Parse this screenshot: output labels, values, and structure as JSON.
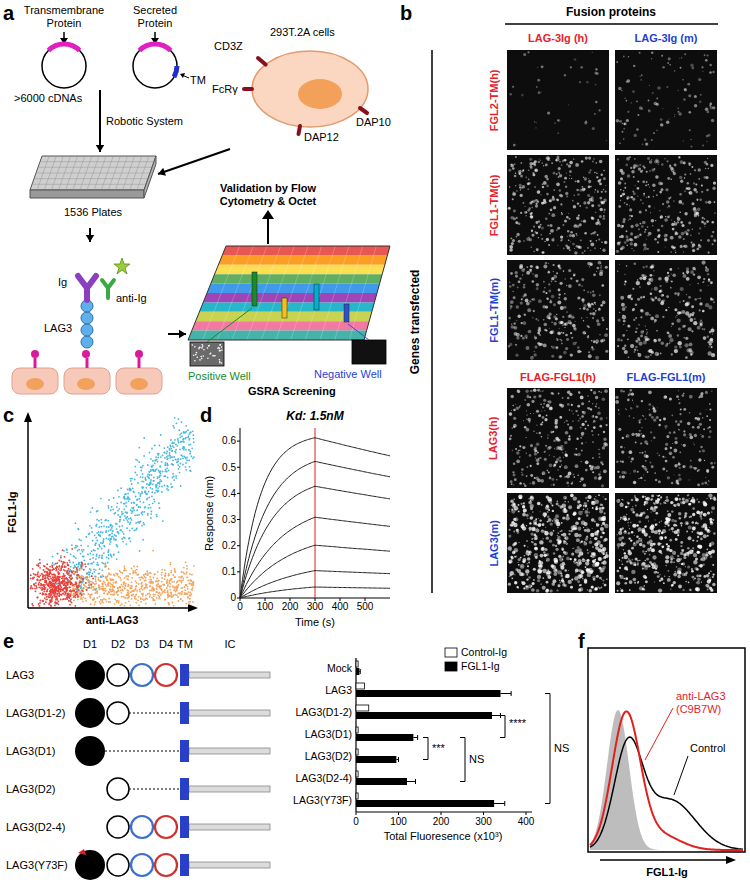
{
  "diagram": {
    "nodes": [
      {
        "text": [
          "Transmembrane Protein"
        ]
      },
      {
        "text": [
          "Secreted Protein",
          "TM"
        ]
      },
      {
        "text": [
          "293T.2A cells",
          "CD3Z",
          "FcRγ",
          "DAP10",
          "DAP12"
        ]
      },
      {
        "text": [
          "1536 Plates"
        ]
      },
      {
        "text": [
          "Ig",
          "anti-Ig",
          "LAG3"
        ]
      },
      {
        "text": [
          "Positive Well",
          "Negative Well",
          "GSRA Screening"
        ]
      }
    ],
    "edges": [
      {
        "from": 0,
        "to": 3,
        "label": "Robotic System",
        "arrow": "to"
      },
      {
        "from": 2,
        "to": 3,
        "arrow": "to"
      },
      {
        "from": 3,
        "to": 4,
        "arrow": "to"
      },
      {
        "from": 4,
        "to": 5,
        "arrow": "to"
      }
    ],
    "labels": [
      "a",
      ">6000 cDNAs",
      "Validation by Flow Cytometry & Octet",
      "b",
      "Fusion proteins",
      "LAG-3Ig (h)",
      "LAG-3Ig (m)",
      "Genes transfected",
      "FGL2-TM(h)",
      "FGL1-TM(h)",
      "FGL1-TM(m)",
      "FLAG-FGL1(h)",
      "FLAG-FGL1(m)",
      "LAG3(h)",
      "LAG3(m)",
      "c",
      "FGL1-Ig",
      "anti-LAG3",
      "d",
      "Kd: 1.5nM",
      "Response (nm)",
      "0.6",
      "0.5",
      "0.4",
      "0.3",
      "0.2",
      "0.1",
      "0",
      "0",
      "100",
      "200",
      "300",
      "400",
      "500",
      "Time (s)",
      "e",
      "D1",
      "D2",
      "D3",
      "D4",
      "TM",
      "IC",
      "LAG3",
      "LAG3(D1-2)",
      "LAG3(D1)",
      "LAG3(D2)",
      "LAG3(D2-4)",
      "LAG3(Y73F)",
      "Mock",
      "LAG3",
      "LAG3(D1-2)",
      "LAG3(D1)",
      "LAG3(D2)",
      "LAG3(D2-4)",
      "LAG3(Y73F)",
      "0",
      "100",
      "200",
      "300",
      "400",
      "Total Fluoresence (x10³)",
      "****",
      "***",
      "NS",
      "NS",
      "f",
      "FGL1-Ig",
      "Control",
      "anti-LAG3 (C9B7W)"
    ],
    "legend": [
      {
        "text": "Control-Ig",
        "color": "#ffffff"
      },
      {
        "text": "FGL1-Ig",
        "color": "#000000"
      }
    ]
  }
}
